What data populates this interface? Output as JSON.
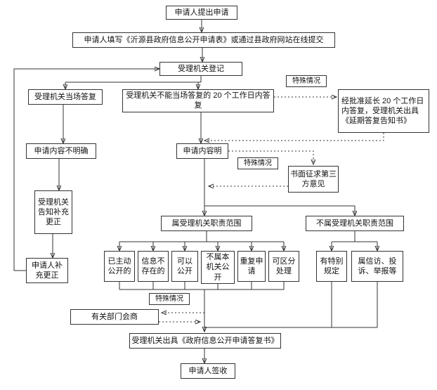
{
  "diagram": {
    "type": "flowchart",
    "colors": {
      "line": "#333333",
      "box_border": "#333333",
      "background": "#ffffff",
      "text": "#111111"
    },
    "nodes": {
      "apply": {
        "text": "申请人提出申请"
      },
      "fill_form": {
        "text": "申请人填写《沂源县政府信息公开申请表》或通过县政府网站在线提交"
      },
      "register": {
        "text": "受理机关登记"
      },
      "onspot_reply": {
        "text": "受理机关当场答复"
      },
      "deferred_reply": {
        "text": "受理机关不能当场答复的 20 个工作日内答复"
      },
      "special_case_1": {
        "text": "特殊情况"
      },
      "extended_reply": {
        "text": "经批准延长 20 个工作日内答复，受理机关出具《延期答复告知书》"
      },
      "content_unclear": {
        "text": "申请内容不明确"
      },
      "content_clear": {
        "text": "申请内容明"
      },
      "special_case_2": {
        "text": "特殊情况"
      },
      "third_party_opinion": {
        "text": "书面征求第三方意见"
      },
      "notify_supplement": {
        "text": "受理机关告知补充更正"
      },
      "applicant_supplement": {
        "text": "申请人补充更正"
      },
      "in_scope": {
        "text": "属受理机关职责范围"
      },
      "out_of_scope": {
        "text": "不属受理机关职责范围"
      },
      "already_public": {
        "text": "已主动公开的"
      },
      "info_not_exist": {
        "text": "信息不存在的"
      },
      "can_disclose": {
        "text": "可以公开"
      },
      "not_this_organ": {
        "text": "不属本机关公开"
      },
      "repeat_application": {
        "text": "重复申请"
      },
      "separable_handling": {
        "text": "可区分处理"
      },
      "special_provision": {
        "text": "有特别规定"
      },
      "petition_complaint": {
        "text": "属信访、投诉、举报等"
      },
      "special_case_3": {
        "text": "特殊情况"
      },
      "dept_consultation": {
        "text": "有关部门会商"
      },
      "reply_document": {
        "text": "受理机关出具《政府信息公开申请答复书》"
      },
      "applicant_sign": {
        "text": "申请人签收"
      }
    }
  }
}
